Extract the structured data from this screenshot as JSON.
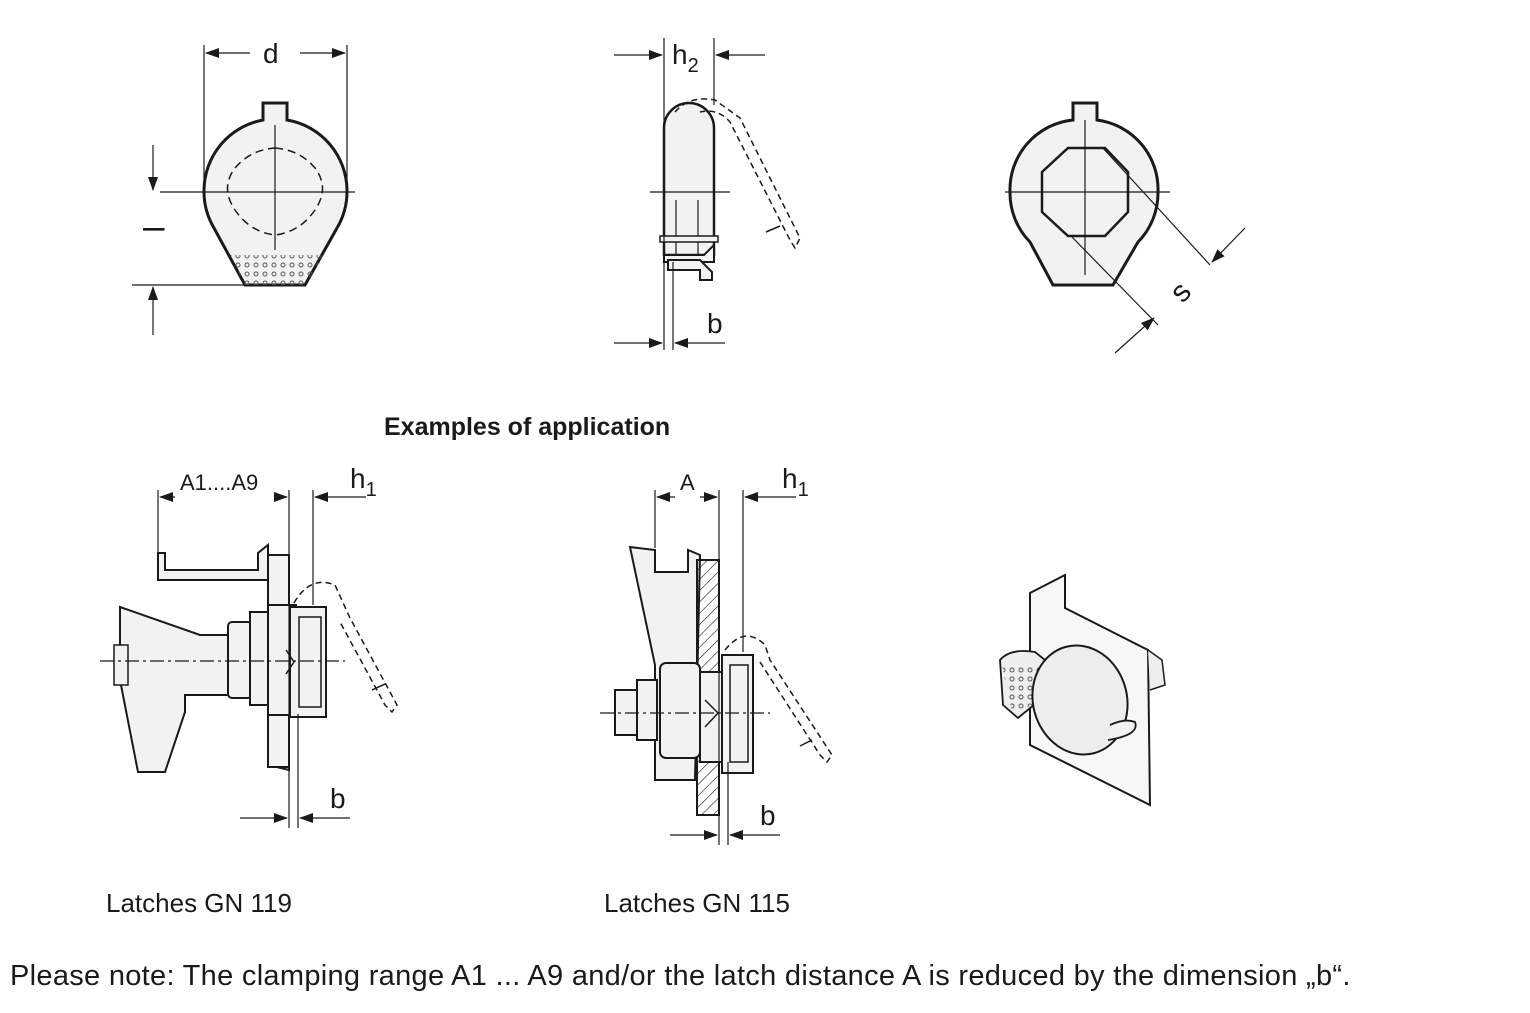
{
  "labels": {
    "d": "d",
    "l": "l",
    "h2_main": "h",
    "h2_sub": "2",
    "b": "b",
    "s": "s",
    "a_range": "A1....A9",
    "a": "A",
    "h1_main": "h",
    "h1_sub": "1"
  },
  "heading": "Examples of application",
  "captions": {
    "gn119": "Latches GN 119",
    "gn115": "Latches GN 115"
  },
  "note": "Please note: The clamping range A1 ... A9 and/or the latch distance A is reduced by the dimension „b“.",
  "colors": {
    "line": "#1a1a1a",
    "fill": "#f2f2f2",
    "dot": "#555555"
  }
}
